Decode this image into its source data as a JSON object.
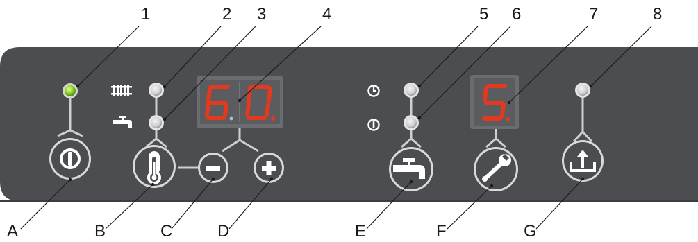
{
  "callout_numbers": [
    "1",
    "2",
    "3",
    "4",
    "5",
    "6",
    "7",
    "8"
  ],
  "callout_letters": [
    "A",
    "B",
    "C",
    "D",
    "E",
    "F",
    "G"
  ],
  "display_left": "60.",
  "display_right": "5.",
  "icons": {
    "power": "power-icon",
    "radiator": "radiator-icon",
    "tap": "tap-icon",
    "thermometer": "thermometer-icon",
    "minus": "minus-icon",
    "plus": "plus-icon",
    "clock": "clock-icon",
    "power_small": "power-small-icon",
    "tap_button": "tap-icon",
    "wrench": "wrench-icon",
    "reset": "reset-icon"
  },
  "colors": {
    "panel": "#4b4d50",
    "panel_edge": "#3b3d40",
    "led_on": "#8fd12a",
    "led_off": "#d2d2d2",
    "segment": "#e4381f",
    "display_bg": "#5a5c5f",
    "button_ring": "#d9d9d9"
  }
}
